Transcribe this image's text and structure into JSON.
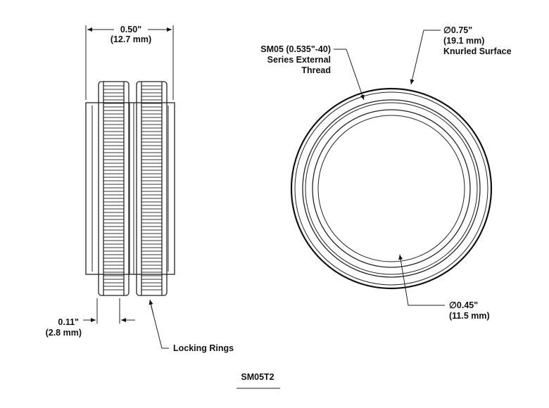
{
  "side_view": {
    "width_in": "0.50\"",
    "width_mm": "(12.7 mm)",
    "ring_gap_in": "0.11\"",
    "ring_gap_mm": "(2.8 mm)",
    "locking_rings_label": "Locking Rings"
  },
  "front_view": {
    "thread_line1": "SM05 (0.535\"-40)",
    "thread_line2": "Series External",
    "thread_line3": "Thread",
    "outer_dia": "∅0.75\"",
    "outer_dia_mm": "(19.1 mm)",
    "outer_surface": "Knurled Surface",
    "inner_dia": "∅0.45\"",
    "inner_dia_mm": "(11.5 mm)"
  },
  "part_number": "SM05T2"
}
